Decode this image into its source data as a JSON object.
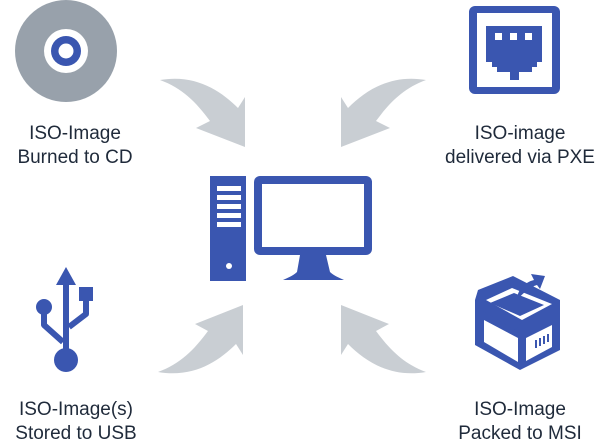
{
  "diagram": {
    "title": "ISO-Image deployment methods",
    "colors": {
      "icon_blue": "#3a56b0",
      "disc_gray": "#98a1ab",
      "arrow_gray": "#c9ced3",
      "text": "#1f2a3a"
    },
    "center": {
      "icon": "desktop-computer-icon",
      "label": ""
    },
    "sources": [
      {
        "id": "cd",
        "icon": "cd-disc-icon",
        "lines": [
          "ISO-Image",
          "Burned to CD"
        ]
      },
      {
        "id": "pxe",
        "icon": "network-port-icon",
        "lines": [
          "ISO-image",
          "delivered via PXE"
        ]
      },
      {
        "id": "usb",
        "icon": "usb-icon",
        "lines": [
          "ISO-Image(s)",
          "Stored to USB"
        ]
      },
      {
        "id": "msi",
        "icon": "package-box-icon",
        "lines": [
          "ISO-Image",
          "Packed to MSI"
        ]
      }
    ],
    "edges": [
      {
        "from": "cd",
        "to": "center"
      },
      {
        "from": "pxe",
        "to": "center"
      },
      {
        "from": "usb",
        "to": "center"
      },
      {
        "from": "msi",
        "to": "center"
      }
    ]
  }
}
